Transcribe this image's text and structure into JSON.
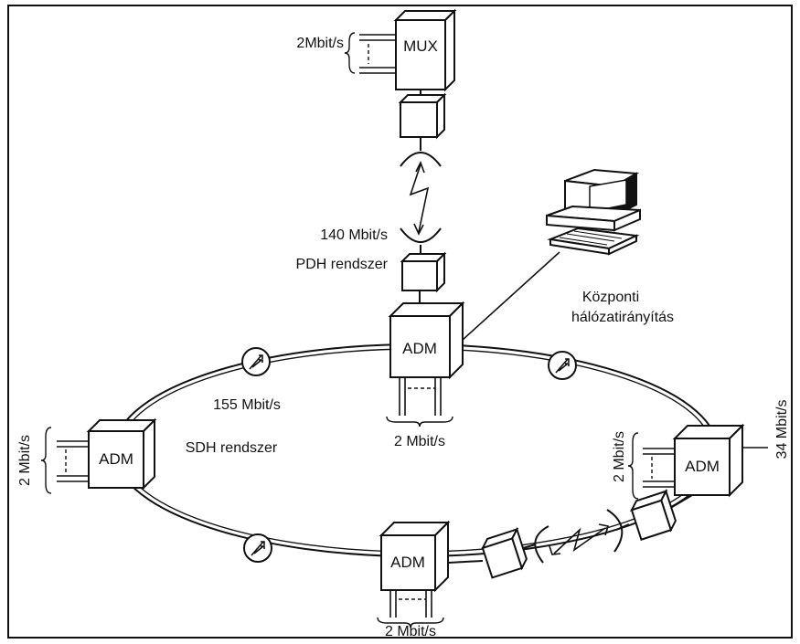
{
  "nodes": {
    "mux": {
      "label": "MUX"
    },
    "adm_top": {
      "label": "ADM"
    },
    "adm_left": {
      "label": "ADM"
    },
    "adm_right": {
      "label": "ADM"
    },
    "adm_bottom": {
      "label": "ADM"
    }
  },
  "labels": {
    "mux_rate": "2Mbit/s",
    "pdh_rate": "140 Mbit/s",
    "pdh_system": "PDH rendszer",
    "central_mgmt_line1": "Központi",
    "central_mgmt_line2": "hálózatirányítás",
    "sdh_rate": "155 Mbit/s",
    "sdh_system": "SDH rendszer",
    "adm_top_rate": "2 Mbit/s",
    "adm_left_rate": "2 Mbit/s",
    "adm_right_rate": "2 Mbit/s",
    "adm_right_extra_rate": "34 Mbit/s",
    "adm_bottom_rate": "2 Mbit/s"
  }
}
